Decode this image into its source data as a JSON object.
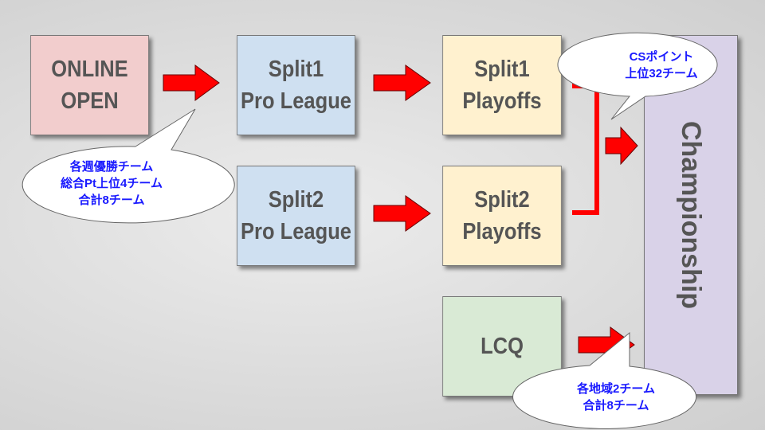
{
  "boxes": {
    "online_open": "ONLINE\nOPEN",
    "split1_pro": "Split1\nPro League",
    "split2_pro": "Split2\nPro League",
    "split1_playoffs": "Split1\nPlayoffs",
    "split2_playoffs": "Split2\nPlayoffs",
    "lcq": "LCQ",
    "championship": "Championship"
  },
  "notes": {
    "online_open": "各週優勝チーム\n総合Pt上位4チーム\n合計8チーム",
    "playoffs": "CSポイント\n上位32チーム",
    "lcq": "各地域2チーム\n合計8チーム"
  },
  "colors": {
    "arrow": "#ff0000",
    "note_text": "#1a1aff"
  }
}
